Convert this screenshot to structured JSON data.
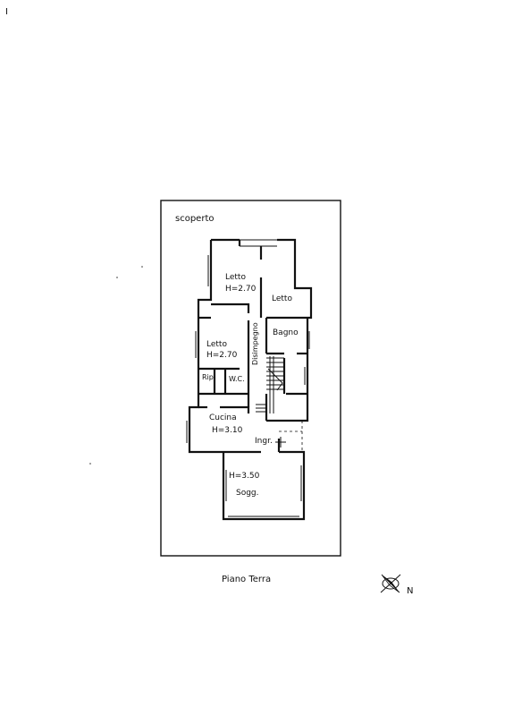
{
  "page": {
    "corner_mark": "I"
  },
  "plan": {
    "outdoor_label": "scoperto",
    "caption": "Piano Terra",
    "north_label": "N",
    "rooms": [
      {
        "id": "letto-1",
        "name": "Letto",
        "height": "H=2.70"
      },
      {
        "id": "letto-2",
        "name": "Letto",
        "height": ""
      },
      {
        "id": "letto-3",
        "name": "Letto",
        "height": "H=2.70"
      },
      {
        "id": "bagno",
        "name": "Bagno",
        "height": ""
      },
      {
        "id": "disimpegno",
        "name": "Disimpegno",
        "height": ""
      },
      {
        "id": "rip",
        "name": "Rip.",
        "height": ""
      },
      {
        "id": "wc",
        "name": "W.C.",
        "height": ""
      },
      {
        "id": "cucina",
        "name": "Cucina",
        "height": "H=3.10"
      },
      {
        "id": "ingr",
        "name": "Ingr.",
        "height": ""
      },
      {
        "id": "sogg",
        "name": "Sogg.",
        "height": "H=3.50"
      }
    ]
  }
}
